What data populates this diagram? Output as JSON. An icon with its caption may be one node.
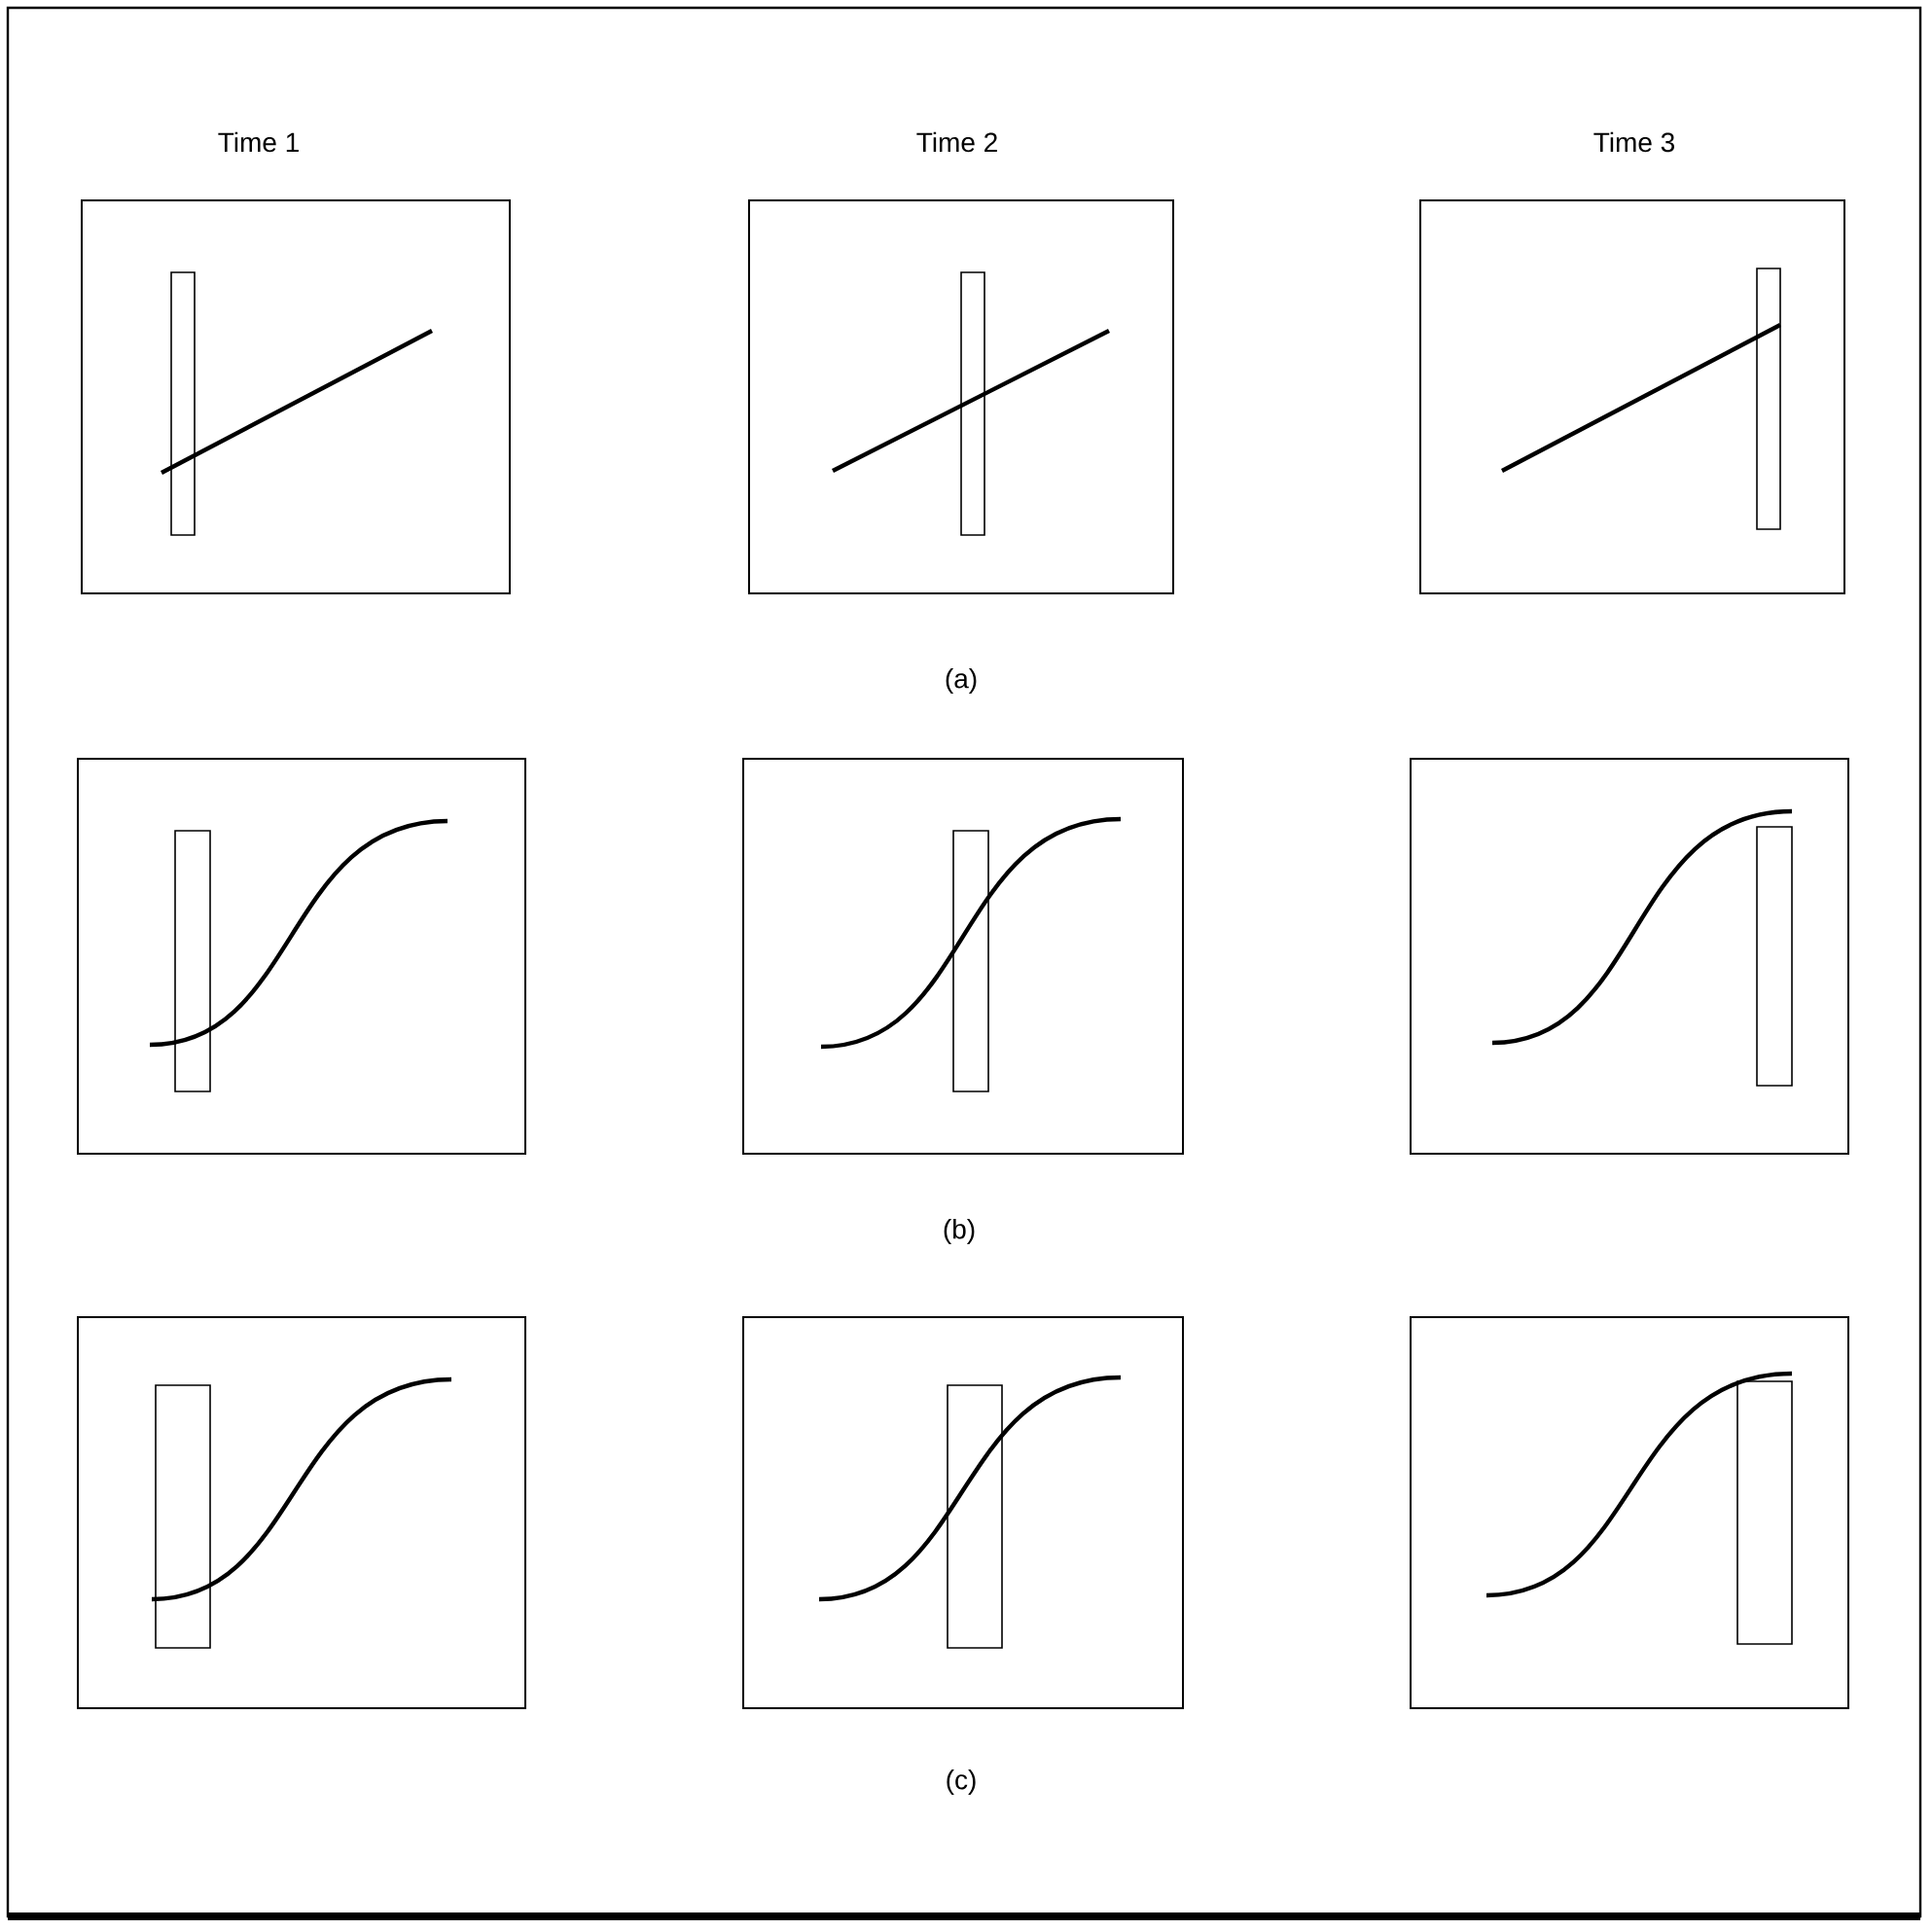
{
  "diagram": {
    "labels": [
      "Time 1",
      "Time 2",
      "Time 3",
      "(a)",
      "(b)",
      "(c)"
    ]
  }
}
